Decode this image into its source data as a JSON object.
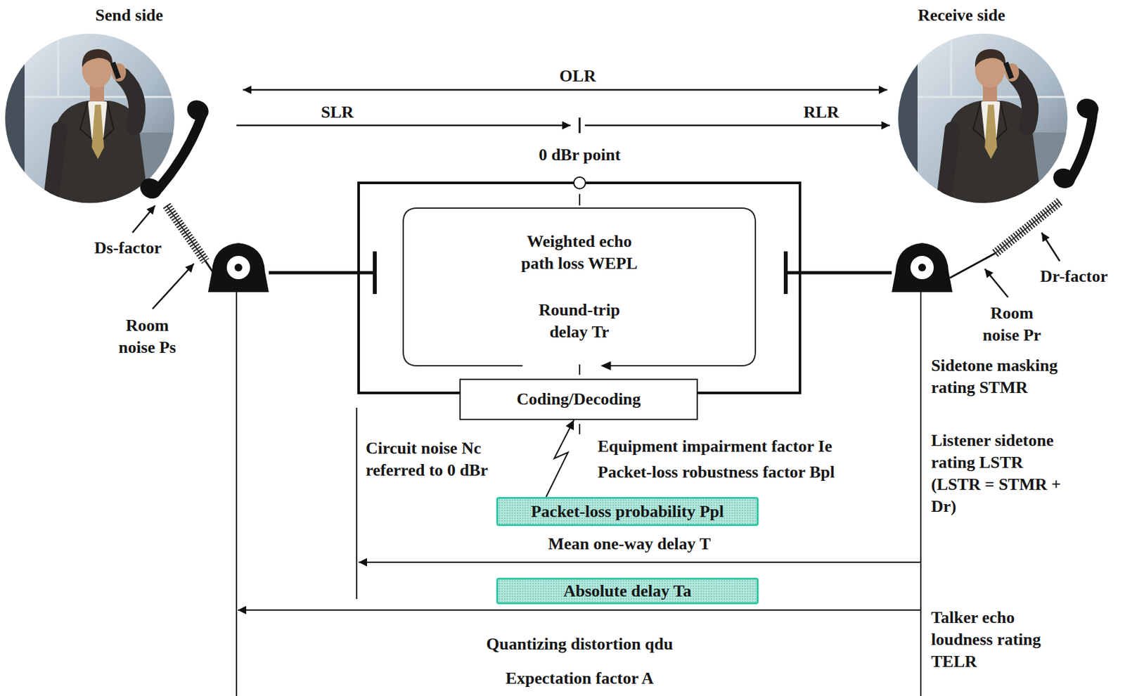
{
  "diagram": {
    "nodes": [
      {
        "text": [
          "Weighted echo path loss WEPL",
          "Round-trip delay Tr"
        ]
      },
      {
        "text": [
          "Coding/Decoding"
        ]
      },
      {
        "text": [
          "Packet-loss probability Ppl"
        ]
      },
      {
        "text": [
          "Absolute delay Ta"
        ]
      }
    ],
    "edges": [
      {
        "from": 2,
        "to": 1,
        "arrow": "to"
      }
    ],
    "labels": [
      "Send side",
      "Receive side",
      "OLR",
      "SLR",
      "RLR",
      "0 dBr point",
      "Ds-factor",
      "Room noise Ps",
      "Dr-factor",
      "Room noise Pr",
      "Sidetone masking rating STMR",
      "Listener sidetone rating LSTR (LSTR = STMR + Dr)",
      "Circuit noise Nc referred to 0 dBr",
      "Equipment impairment factor Ie",
      "Packet-loss robustness factor Bpl",
      "Mean one-way delay T",
      "Talker echo loudness rating TELR",
      "Quantizing distortion qdu",
      "Expectation factor A"
    ]
  }
}
